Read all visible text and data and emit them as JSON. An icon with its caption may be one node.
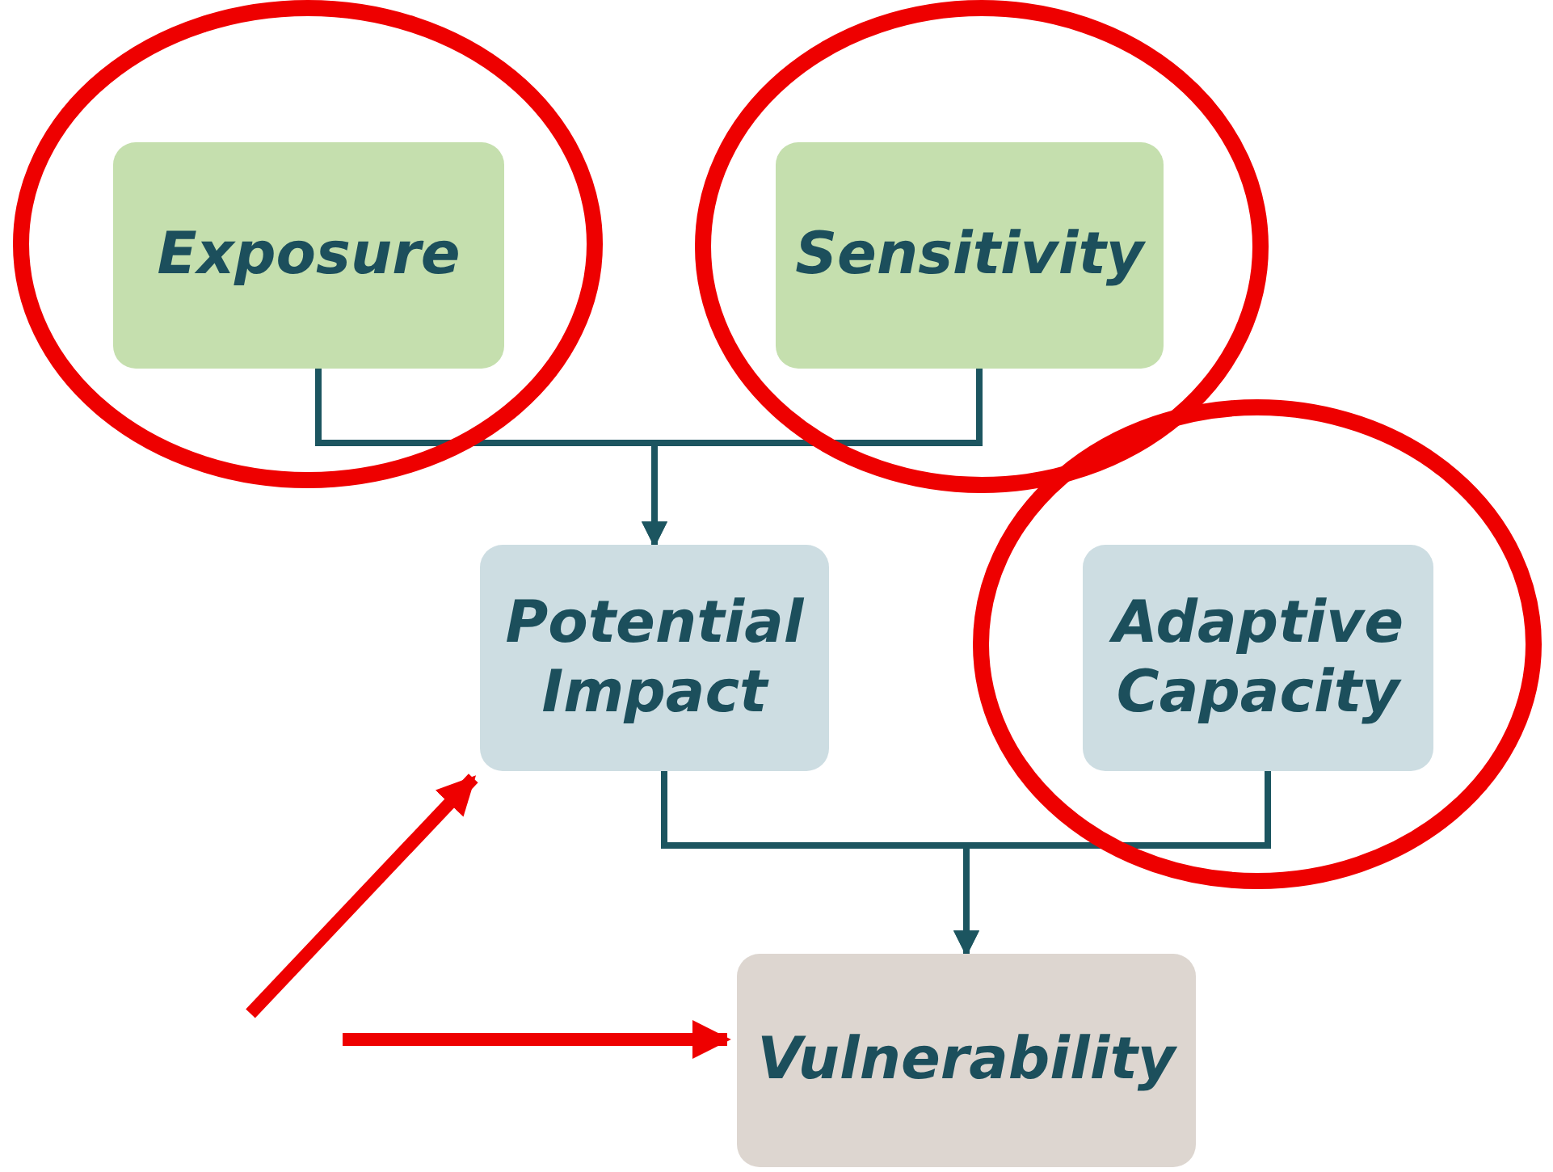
{
  "diagram": {
    "nodes": [
      {
        "text": [],
        "shape": "circle"
      },
      {
        "text": [
          "Exposure"
        ],
        "in": 0
      },
      {
        "text": [],
        "shape": "circle"
      },
      {
        "text": [
          "Sensitivity"
        ],
        "in": 2
      },
      {
        "text": [
          "Potential Impact"
        ]
      },
      {
        "text": [],
        "shape": "circle"
      },
      {
        "text": [
          "Adaptive Capacity"
        ],
        "in": 5
      },
      {
        "text": [
          "Vulnerability"
        ]
      }
    ],
    "edges": [
      {
        "from": 1,
        "to": 4,
        "arrow": "to"
      },
      {
        "from": 3,
        "to": 4,
        "arrow": "to"
      },
      {
        "from": 4,
        "to": 7,
        "arrow": "to"
      },
      {
        "from": 6,
        "to": 7,
        "arrow": "to"
      },
      {
        "from": null,
        "to": 4,
        "arrow": "to",
        "style": "thick",
        "color": "#ee0000"
      },
      {
        "from": null,
        "to": 7,
        "arrow": "to",
        "style": "thick",
        "color": "#ee0000"
      }
    ]
  }
}
